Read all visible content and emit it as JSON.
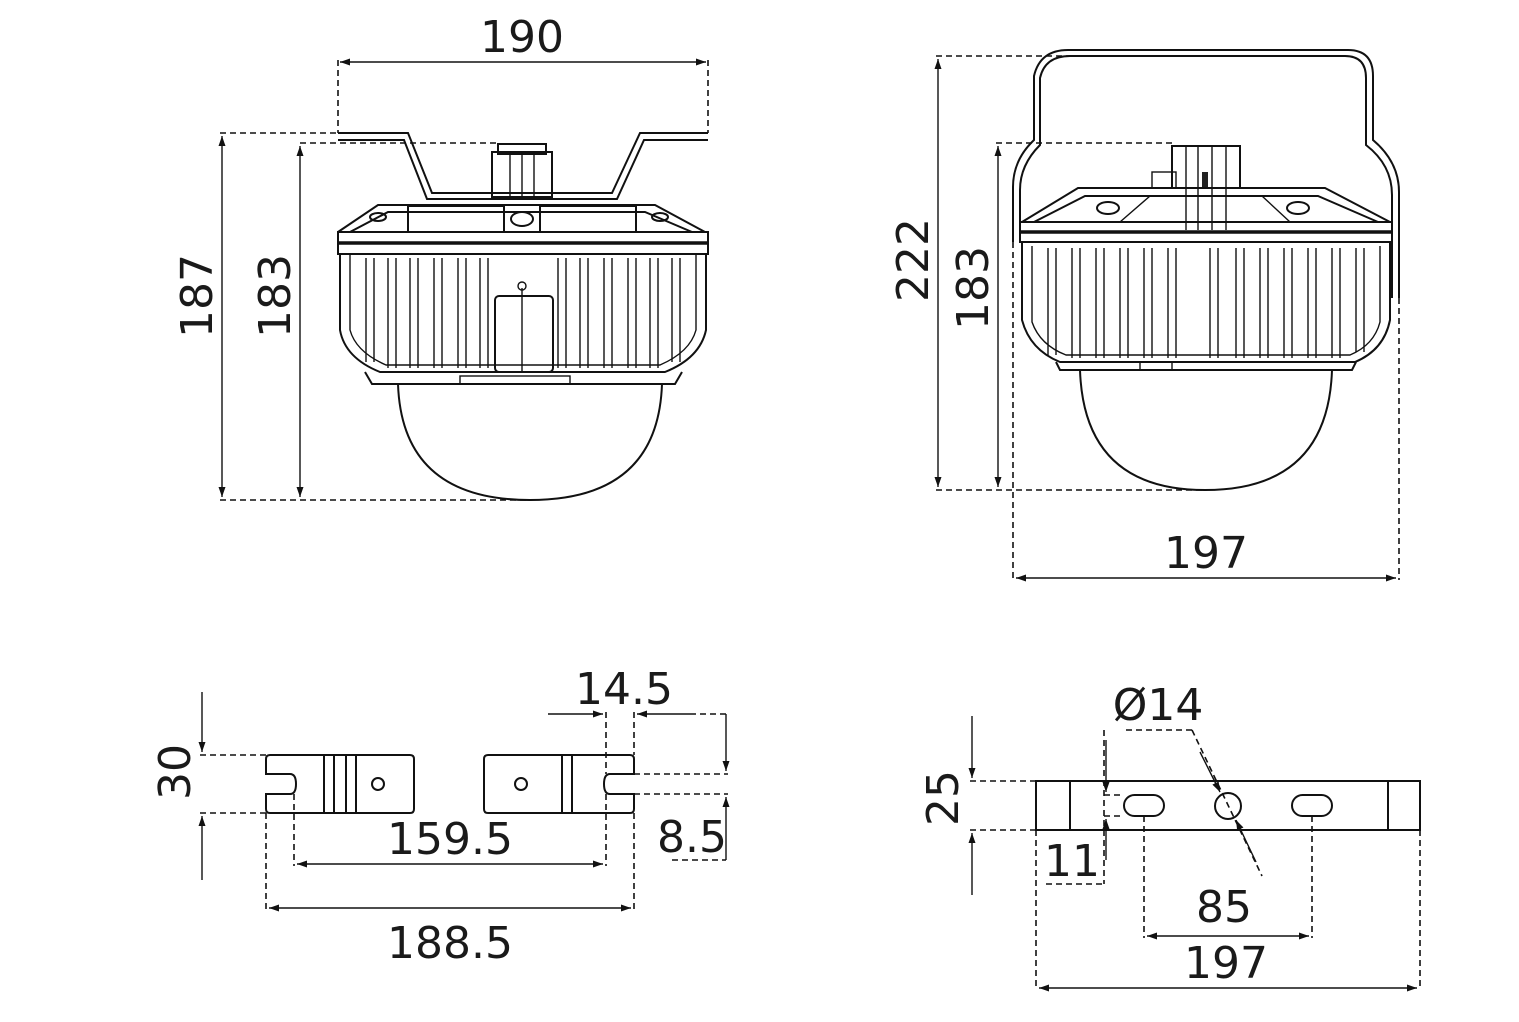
{
  "dimensions": {
    "front_width": "190",
    "front_total_height": "187",
    "front_body_height": "183",
    "side_total_height": "222",
    "side_body_height": "183",
    "side_width": "197",
    "bracket_height": "30",
    "slot_width": "14.5",
    "slot_height": "8.5",
    "slot_span": "159.5",
    "bracket_span": "188.5",
    "hole_diameter": "Ø14",
    "strap_height": "25",
    "strap_edge": "11",
    "strap_hole_span": "85",
    "strap_width": "197"
  }
}
